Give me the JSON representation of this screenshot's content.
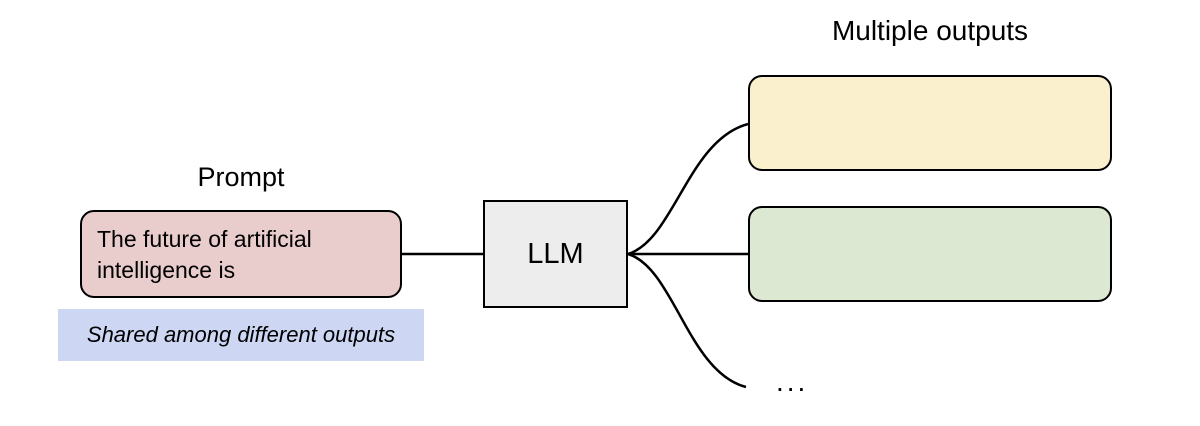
{
  "colors": {
    "stroke": "#000000",
    "prompt_fill": "#e9cccc",
    "llm_fill": "#ededed",
    "output1_fill": "#faf0cd",
    "output2_fill": "#dde8d2",
    "note_fill": "#cdd7f3"
  },
  "prompt": {
    "title": "Prompt",
    "text": "The future of artificial intelligence is",
    "note": "Shared among different outputs"
  },
  "llm": {
    "label": "LLM"
  },
  "outputs": {
    "title": "Multiple outputs",
    "ellipsis": "..."
  }
}
